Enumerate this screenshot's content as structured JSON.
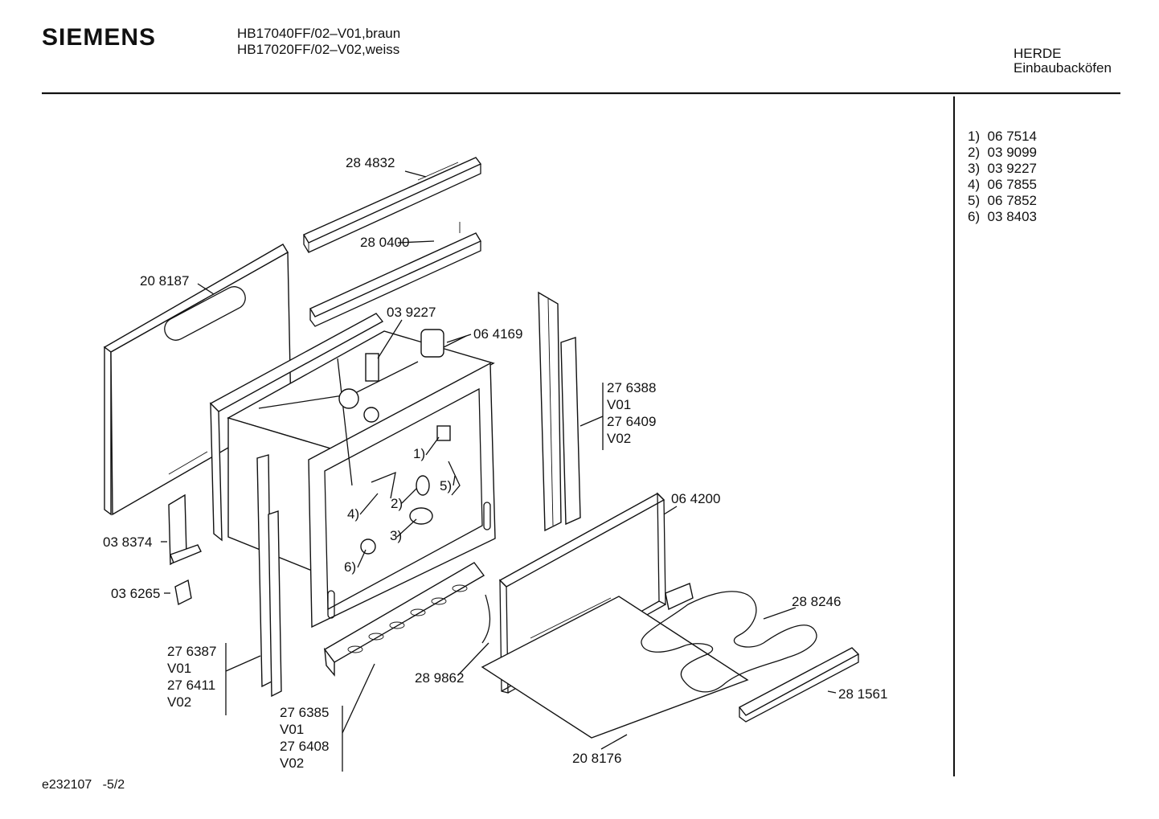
{
  "header": {
    "brand": "SIEMENS",
    "models": [
      "HB17040FF/02–V01,braun",
      "HB17020FF/02–V02,weiss"
    ],
    "category": [
      "HERDE",
      "Einbaubacköfen"
    ]
  },
  "legend": [
    "1)  06 7514",
    "2)  03 9099",
    "3)  03 9227",
    "4)  06 7855",
    "5)  06 7852",
    "6)  03 8403"
  ],
  "parts": {
    "p284832": "28 4832",
    "p280400": "28 0400",
    "p208187": "20 8187",
    "p039227": "03 9227",
    "p064169": "06 4169",
    "stack_right": [
      "27 6388",
      "V01",
      "27 6409",
      "V02"
    ],
    "p064200": "06 4200",
    "p288246": "28 8246",
    "p038374": "03 8374",
    "p036265": "03 6265",
    "stack_left": [
      "27 6387",
      "V01",
      "27 6411",
      "V02"
    ],
    "stack_bottom": [
      "27 6385",
      "V01",
      "27 6408",
      "V02"
    ],
    "p289862": "28 9862",
    "p281561": "28 1561",
    "p208176": "20 8176"
  },
  "callouts": [
    "1)",
    "2)",
    "3)",
    "4)",
    "5)",
    "6)"
  ],
  "footer": "e232107   -5/2"
}
